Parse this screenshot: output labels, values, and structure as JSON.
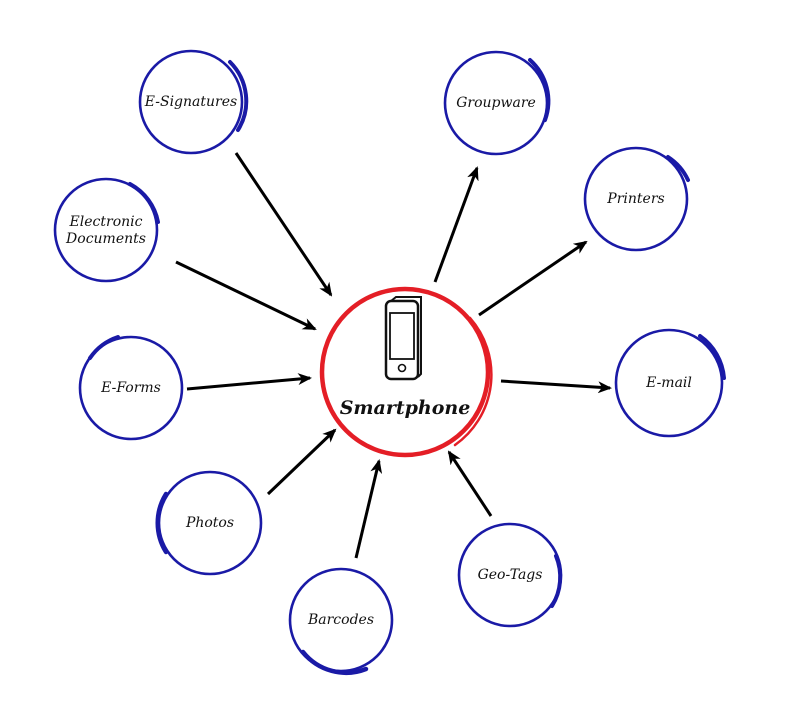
{
  "diagram": {
    "center": {
      "label": "Smartphone",
      "icon": "smartphone-icon",
      "ring_color": "#e41e26"
    },
    "node_ring_color": "#1a1aa6",
    "arrow_color": "#000000",
    "nodes": [
      {
        "label": "E-Signatures",
        "direction": "inbound"
      },
      {
        "label": "Groupware",
        "direction": "outbound"
      },
      {
        "label": "Electronic",
        "label2": "Documents",
        "direction": "inbound"
      },
      {
        "label": "Printers",
        "direction": "outbound"
      },
      {
        "label": "E-Forms",
        "direction": "inbound"
      },
      {
        "label": "E-mail",
        "direction": "outbound"
      },
      {
        "label": "Photos",
        "direction": "inbound"
      },
      {
        "label": "Geo-Tags",
        "direction": "inbound"
      },
      {
        "label": "Barcodes",
        "direction": "inbound"
      }
    ]
  }
}
